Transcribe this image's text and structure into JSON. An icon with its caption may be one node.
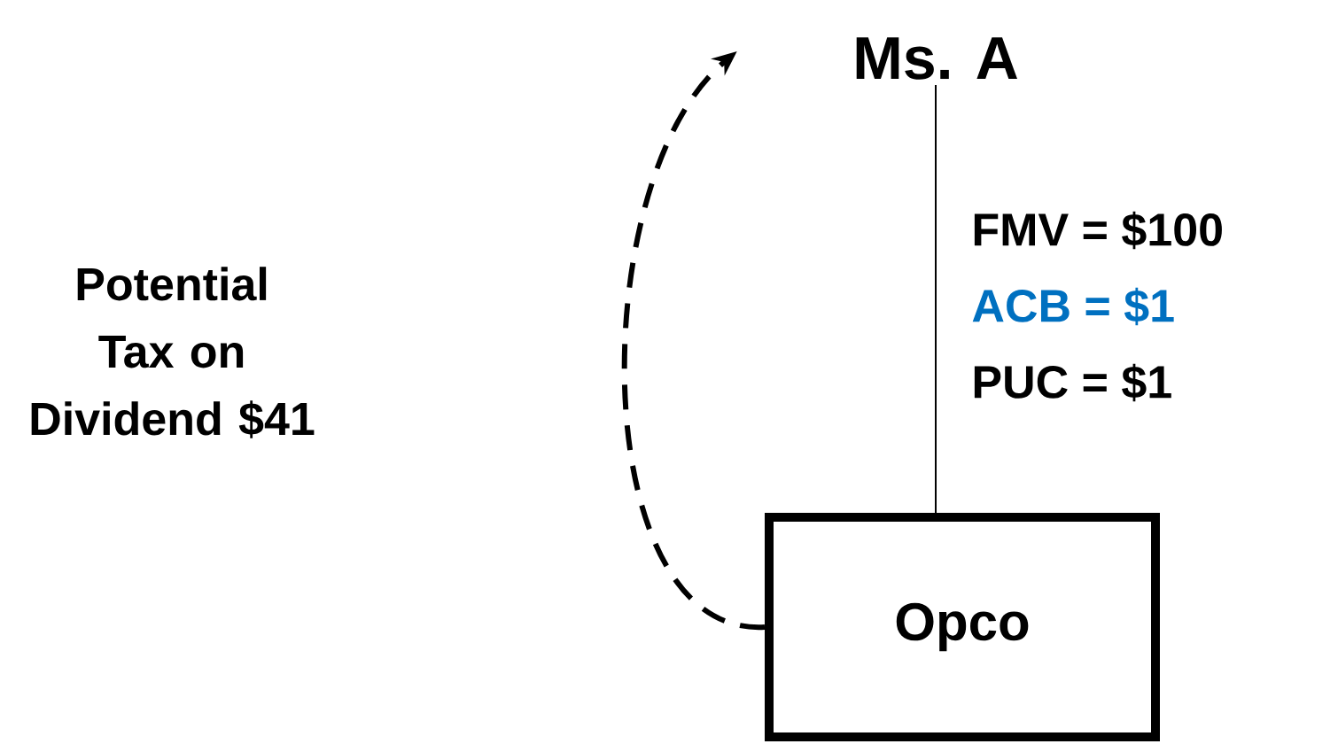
{
  "diagram": {
    "nodes": [
      {
        "text": [
          "Ms. A"
        ]
      },
      {
        "text": [
          "Opco"
        ]
      }
    ],
    "edges": [
      {
        "from": 1,
        "to": 0,
        "arrow": "none"
      },
      {
        "from": 1,
        "to": 0,
        "arrow": "to",
        "style": "dashed"
      }
    ],
    "labels": [
      "Potential Tax on Dividend $41",
      "FMV = $100",
      "ACB =  $1",
      "PUC =  $1"
    ]
  }
}
